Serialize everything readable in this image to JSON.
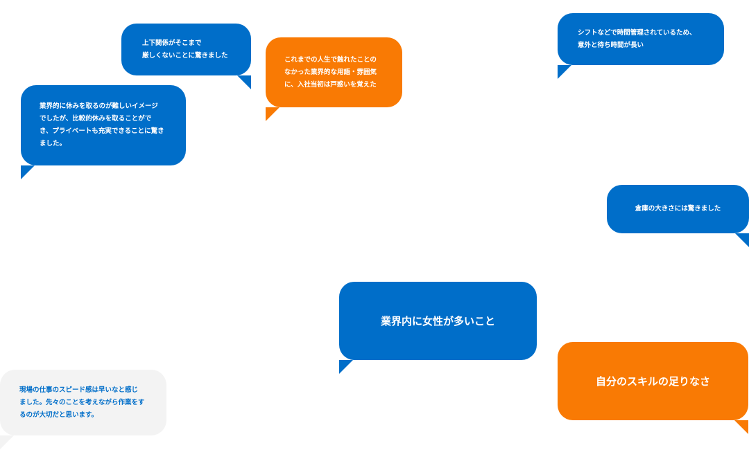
{
  "bubbles": [
    {
      "id": "b1",
      "text": "上下関係がそこまで\n厳しくないことに驚きました"
    },
    {
      "id": "b2",
      "text": "これまでの人生で触れたことの\nなかった業界的な用語・雰囲気\nに、入社当初は戸惑いを覚えた"
    },
    {
      "id": "b3",
      "text": "業界的に休みを取るのが難しいイメージ\nでしたが、比較的休みを取ることがで\nき、プライベートも充実できることに驚き\nました。"
    },
    {
      "id": "b4",
      "text": "シフトなどで時間管理されているため、\n意外と待ち時間が長い"
    },
    {
      "id": "b5",
      "text": "倉庫の大きさには驚きました"
    },
    {
      "id": "b6",
      "text": "業界内に女性が多いこと"
    },
    {
      "id": "b7",
      "text": "自分のスキルの足りなさ"
    },
    {
      "id": "b8",
      "text": "現場の仕事のスピード感は早いなと感じ\nました。先々のことを考えながら作業をす\nるのが大切だと思います。"
    }
  ],
  "colors": {
    "blue": "#006ec9",
    "orange": "#f97a04",
    "grey": "#f3f3f3"
  }
}
